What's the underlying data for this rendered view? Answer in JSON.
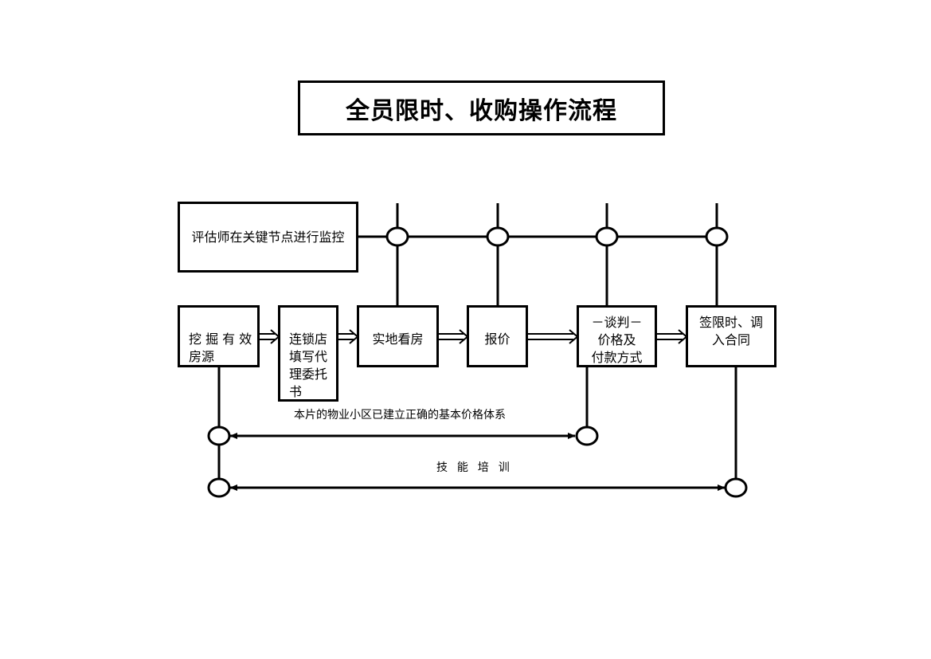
{
  "title": "全员限时、收购操作流程",
  "monitor": "评估师在关键节点进行监控",
  "steps": {
    "s1": [
      "挖 掘 有 效",
      "房源"
    ],
    "s2": [
      "连锁店",
      "填写代",
      "理委托",
      "书"
    ],
    "s3": [
      "实地看房"
    ],
    "s4": [
      "报价"
    ],
    "s5": [
      "－谈判－",
      "价格及",
      "付款方式"
    ],
    "s6": [
      "签限时、调",
      "入合同"
    ]
  },
  "notes": {
    "price_system": "本片的物业小区已建立正确的基本价格体系",
    "skills_training": "技  能  培  训"
  }
}
